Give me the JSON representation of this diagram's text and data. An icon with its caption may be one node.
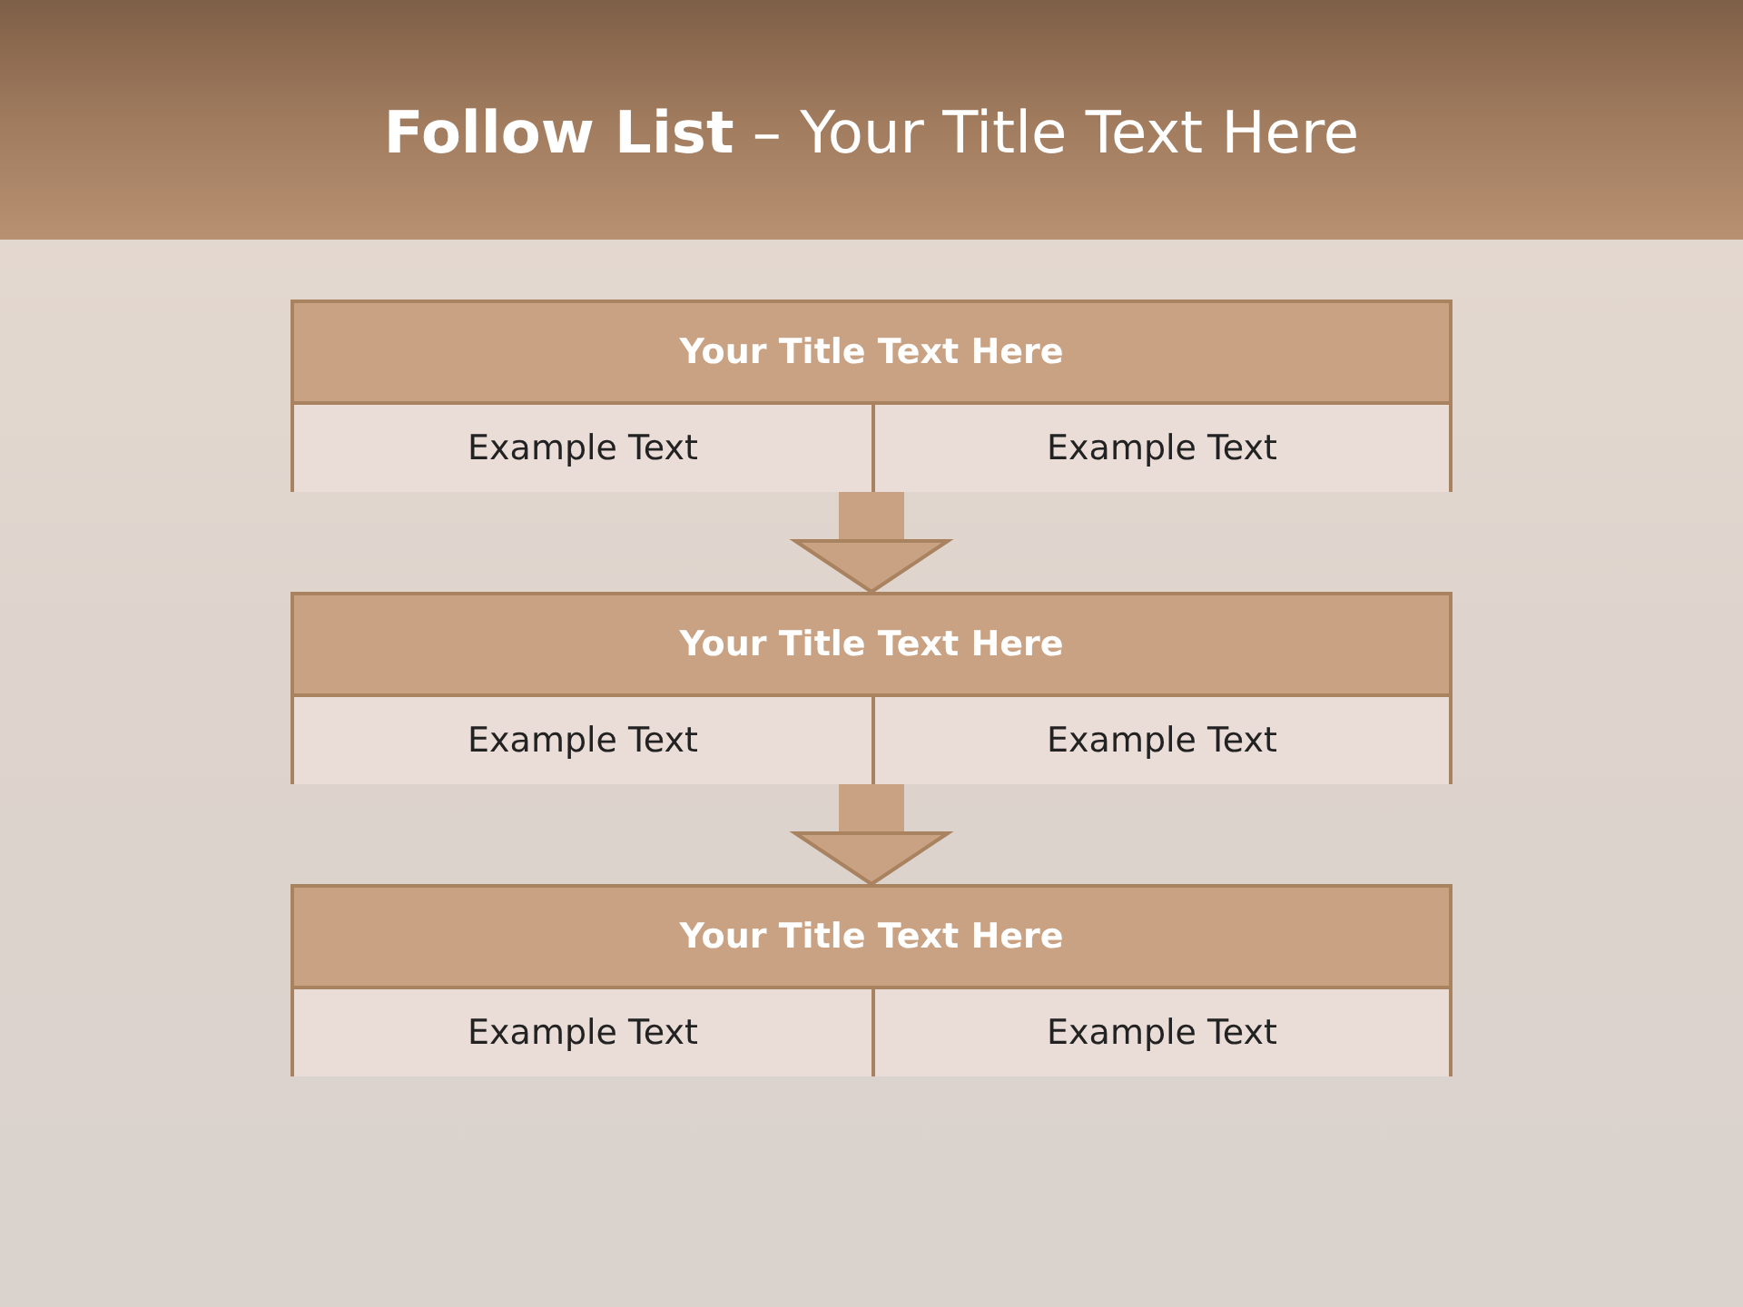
{
  "diagram": {
    "title": "**Follow List**  – Your Title Text Here",
    "nodes": [
      {
        "text": [
          "Your Title Text Here"
        ]
      },
      {
        "text": [
          "Example Text"
        ],
        "in": 0
      },
      {
        "text": [
          "Example Text"
        ],
        "in": 0
      },
      {
        "text": [
          "Your Title Text Here"
        ]
      },
      {
        "text": [
          "Example Text"
        ],
        "in": 3
      },
      {
        "text": [
          "Example Text"
        ],
        "in": 3
      },
      {
        "text": [
          "Your Title Text Here"
        ]
      },
      {
        "text": [
          "Example Text"
        ],
        "in": 6
      },
      {
        "text": [
          "Example Text"
        ],
        "in": 6
      }
    ],
    "edges": [
      {
        "from": 0,
        "to": 3,
        "arrow": "to"
      },
      {
        "from": 3,
        "to": 6,
        "arrow": "to"
      }
    ]
  }
}
